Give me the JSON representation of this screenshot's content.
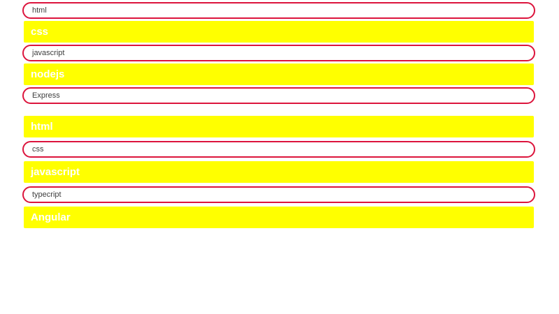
{
  "colors": {
    "page_bg": "#ffffff",
    "highlight_bg": "#ffff00",
    "highlight_text": "#ffffff",
    "pill_bg": "#ffffff",
    "pill_border": "#dc143c",
    "pill_text": "#3d3d3d"
  },
  "list_one": {
    "items": [
      {
        "label": "html",
        "variant": "pill"
      },
      {
        "label": "css",
        "variant": "highlight"
      },
      {
        "label": "javascript",
        "variant": "pill"
      },
      {
        "label": "nodejs",
        "variant": "highlight"
      },
      {
        "label": "Express",
        "variant": "pill"
      }
    ]
  },
  "list_two": {
    "items": [
      {
        "label": "html",
        "variant": "highlight"
      },
      {
        "label": "css",
        "variant": "pill"
      },
      {
        "label": "javascript",
        "variant": "highlight"
      },
      {
        "label": "typecript",
        "variant": "pill"
      },
      {
        "label": "Angular",
        "variant": "highlight"
      }
    ]
  }
}
